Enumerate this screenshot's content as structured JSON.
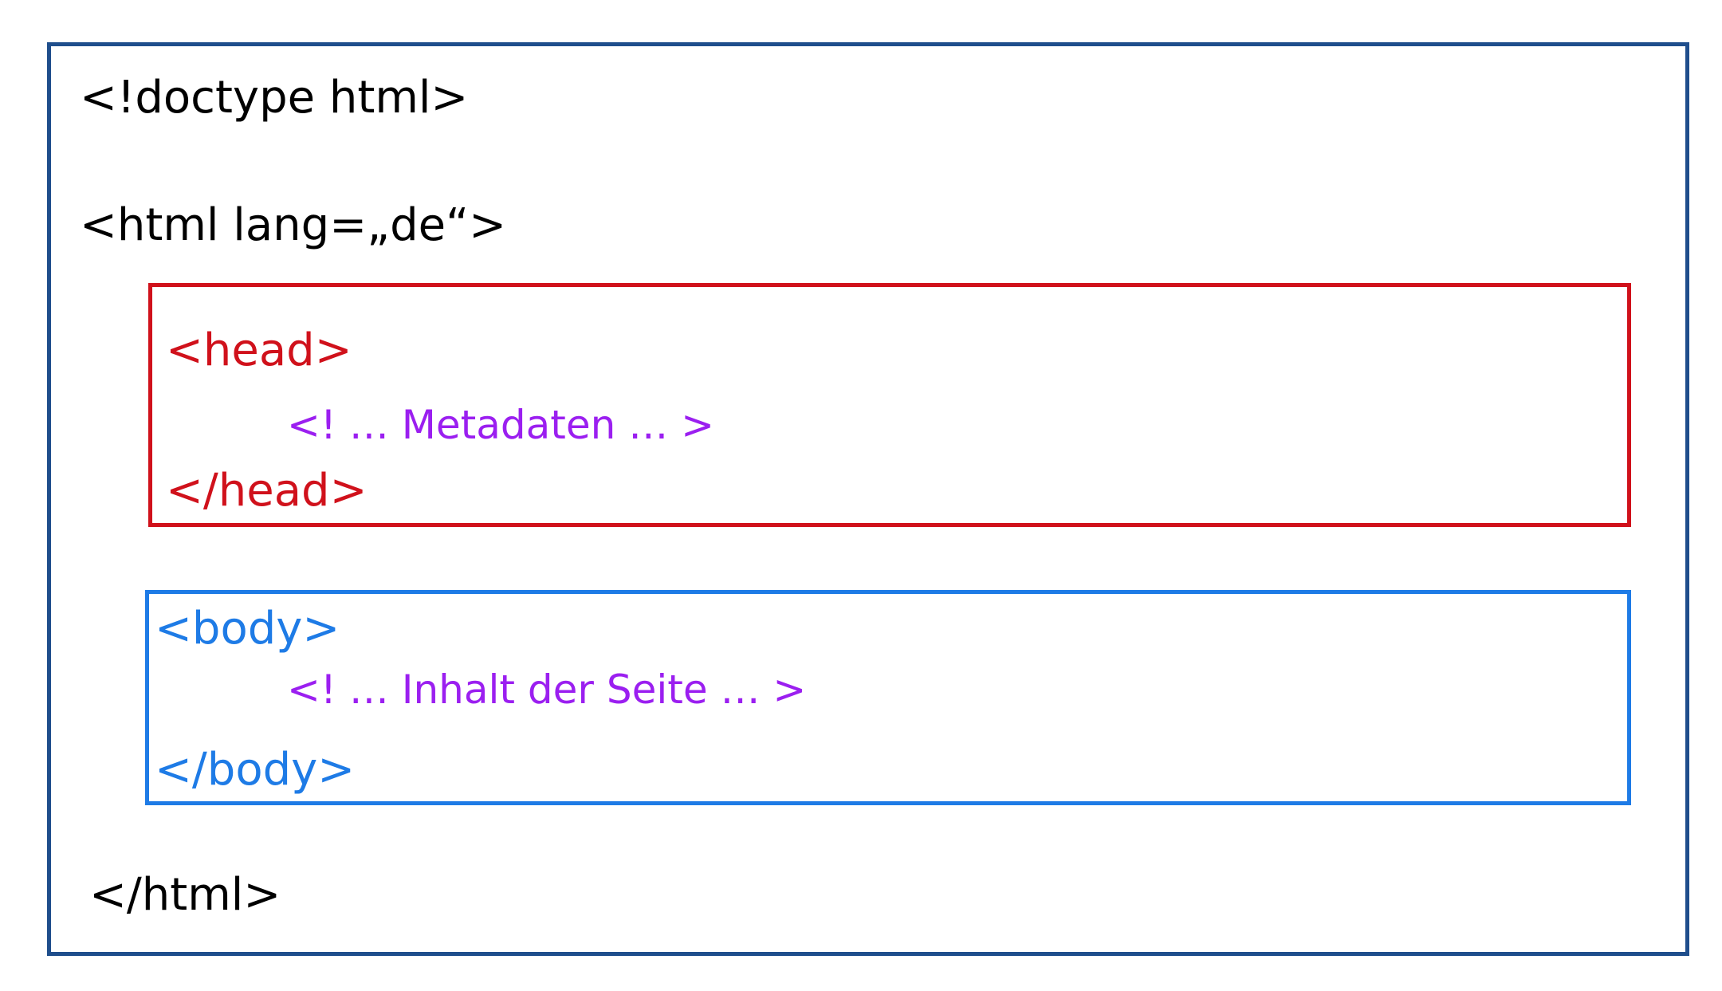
{
  "diagram": {
    "doctype": "<!doctype html>",
    "html_open": "<html lang=„de“>",
    "head": {
      "open": "<head>",
      "comment": "<! … Metadaten … >",
      "close": "</head>"
    },
    "body": {
      "open": "<body>",
      "comment": "<! … Inhalt der Seite … >",
      "close": "</body>"
    },
    "html_close": "</html>"
  },
  "colors": {
    "outer_border": "#1F4E8C",
    "head": "#D0111B",
    "body": "#1E7BE6",
    "comment": "#9B1FF0",
    "text": "#000000"
  }
}
